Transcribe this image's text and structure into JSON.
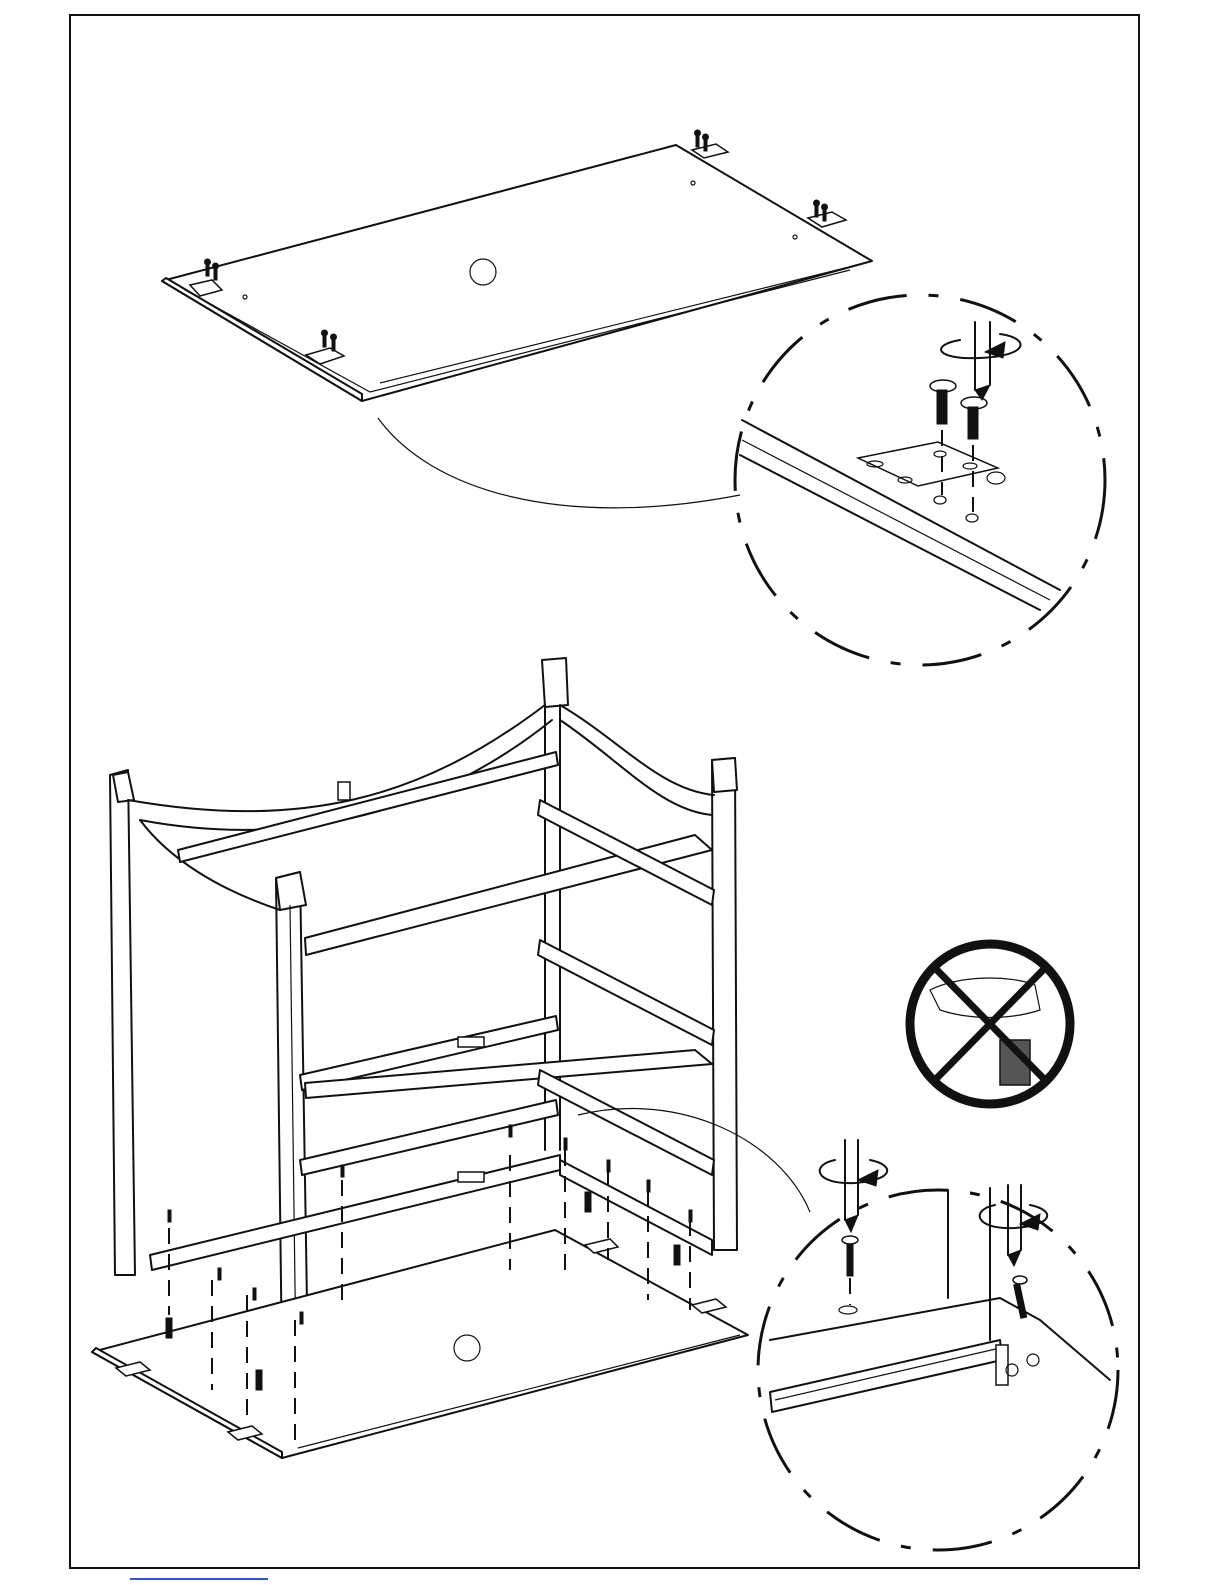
{
  "diagram": {
    "top_step": {
      "part": "top-panel",
      "hardware": [
        "mounting-plate",
        "screw"
      ],
      "detail_view": "plate-screw-detail",
      "tool": "screwdriver-icon"
    },
    "bottom_step": {
      "part": "frame-assembly",
      "base": "bottom-panel",
      "hardware": [
        "dowel",
        "screw",
        "mounting-plate"
      ],
      "detail_view": "screw-detail",
      "tool": "screwdriver-icon"
    },
    "warning": "no-power-drill-icon",
    "colors": {
      "line": "#111111",
      "background": "#ffffff",
      "rule": "#3355cc"
    }
  }
}
